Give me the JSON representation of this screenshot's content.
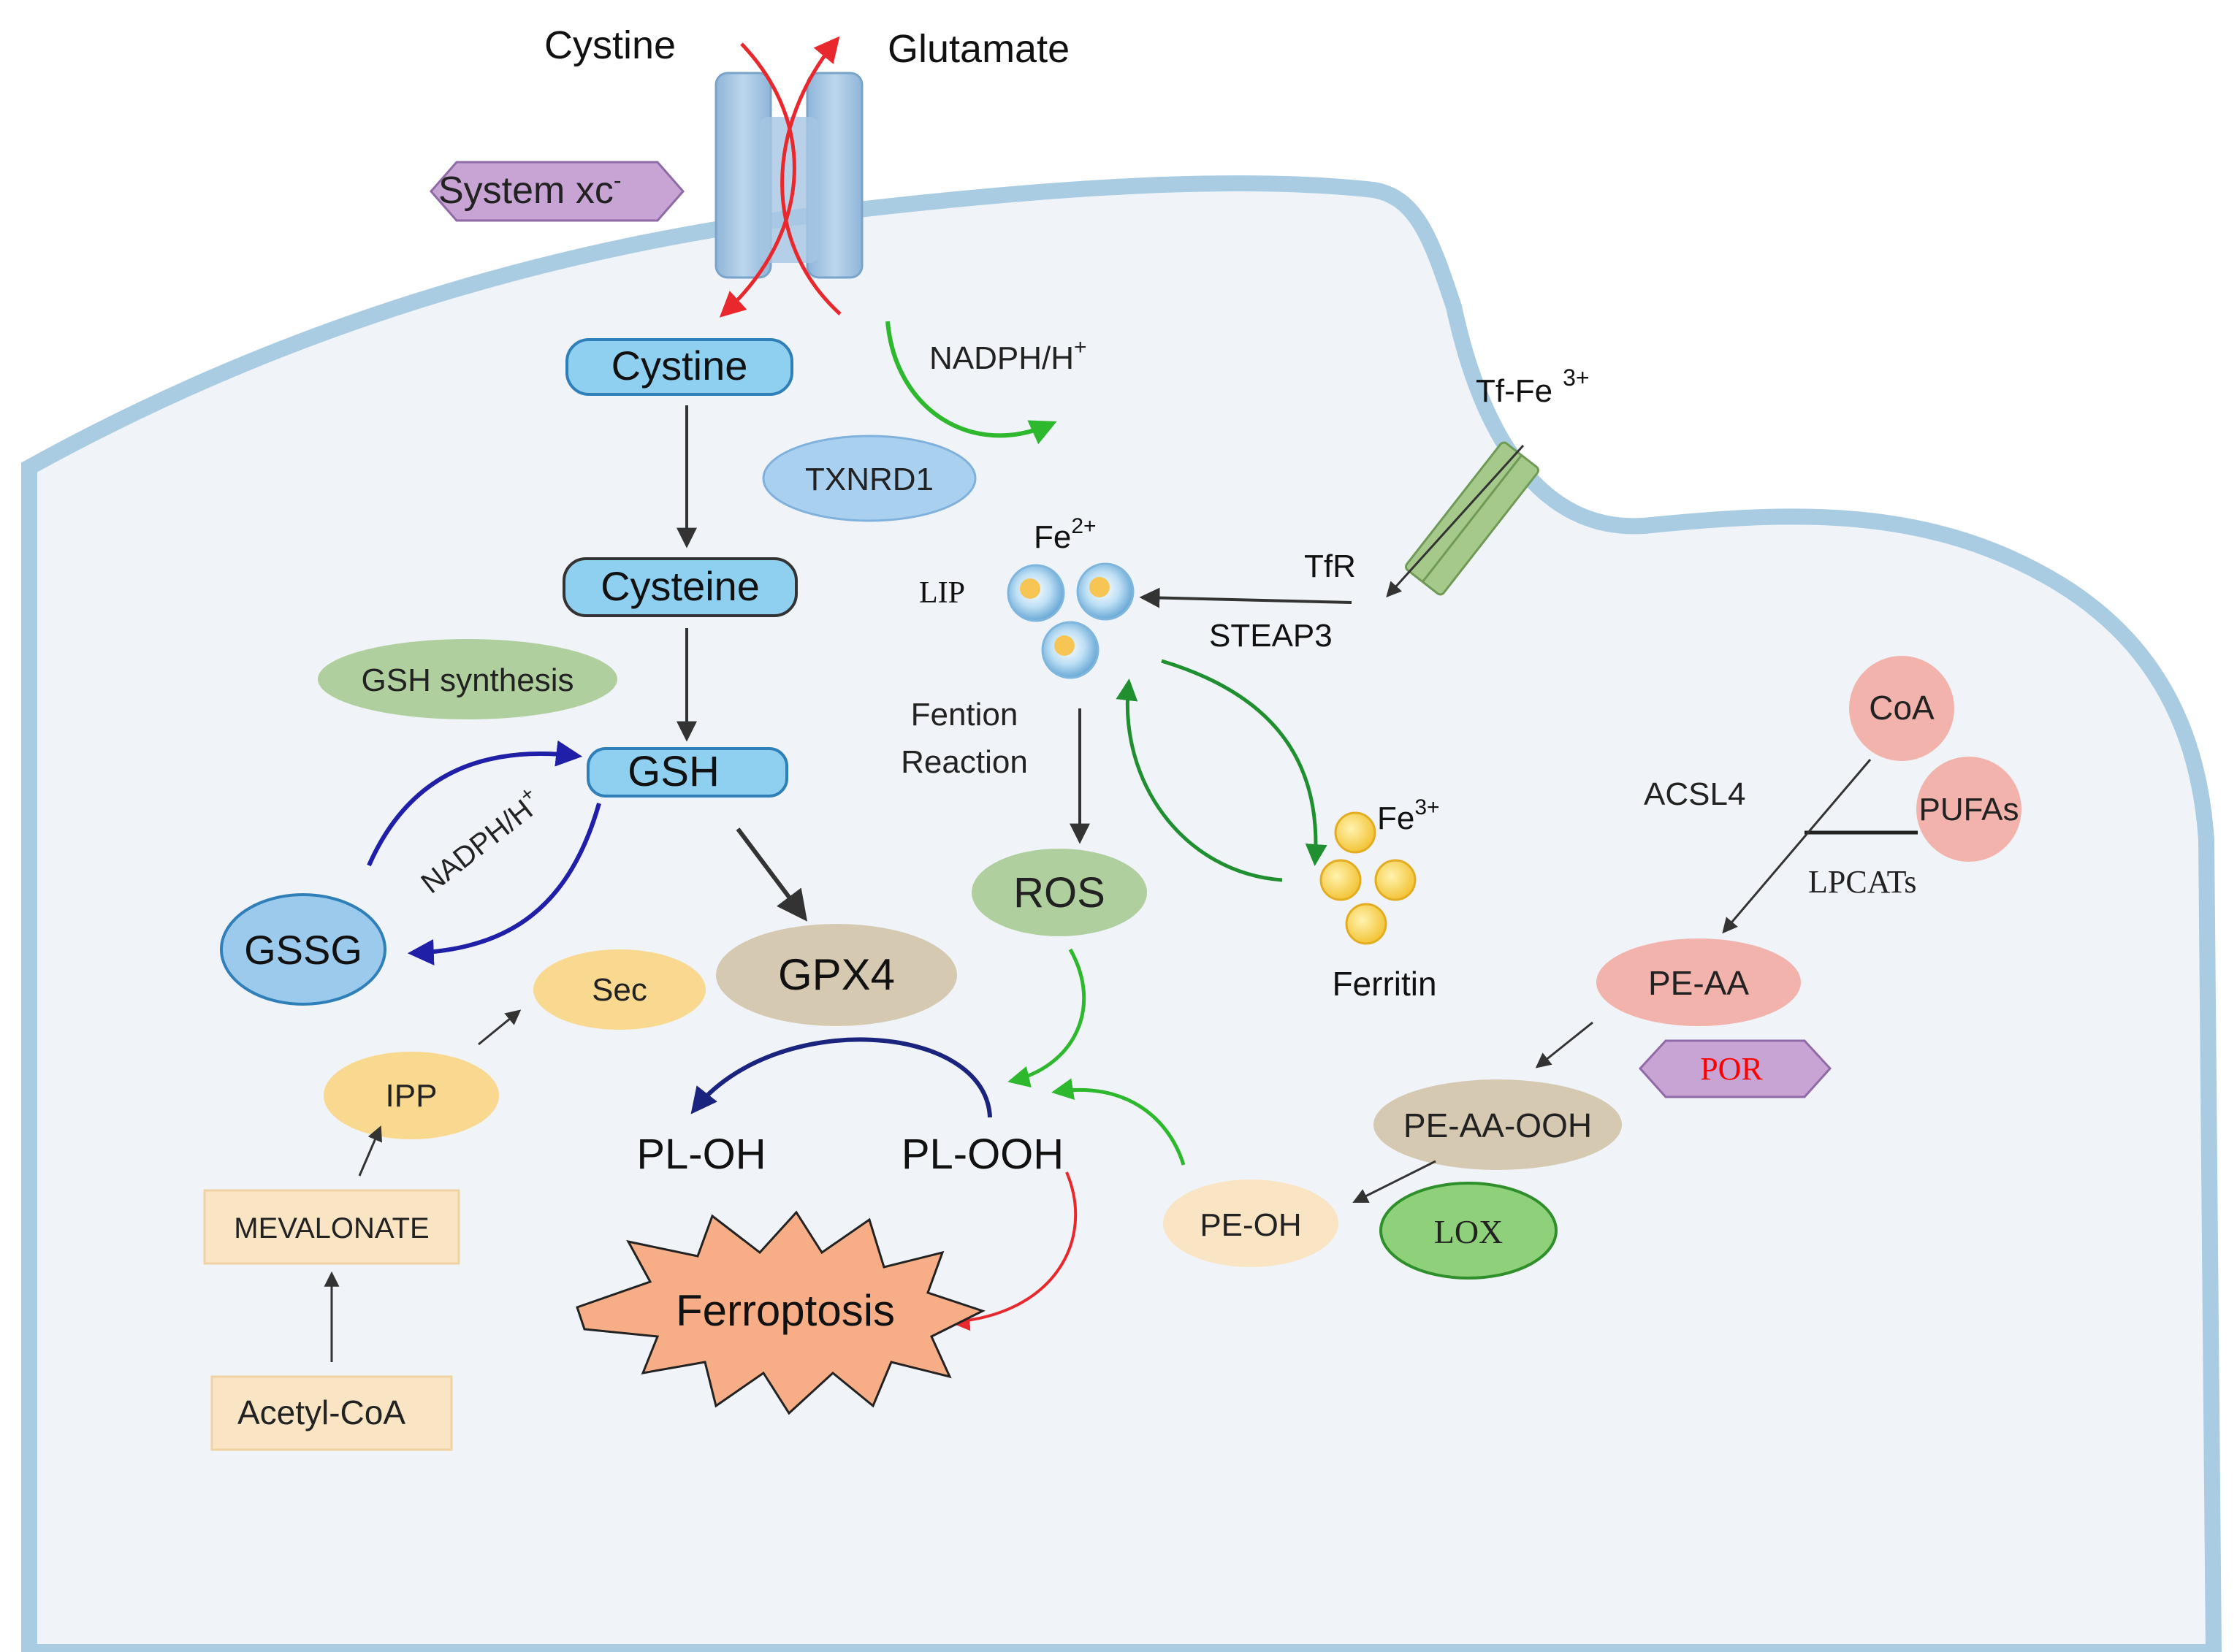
{
  "title": "",
  "transporter": {
    "outside_left": "Cystine",
    "outside_right": "Glutamate",
    "name_main": "System xc",
    "name_sup": "-"
  },
  "gsh_pathway": {
    "cystine": "Cystine",
    "cysteine": "Cysteine",
    "gsh_synthesis": "GSH synthesis",
    "gsh": "GSH",
    "gssg": "GSSG",
    "nadph_main": "NADPH/H",
    "nadph_sup": "+",
    "gpx4": "GPX4"
  },
  "txnrd": {
    "nadph_main": "NADPH/H",
    "nadph_sup": "+",
    "enzyme": "TXNRD1"
  },
  "mevalonate_pathway": {
    "sec": "Sec",
    "ipp": "IPP",
    "mevalonate": "MEVALONATE",
    "acetyl_coa": "Acetyl-CoA"
  },
  "iron": {
    "tf_main": "Tf-Fe",
    "tf_sup": "3+",
    "tfr": "TfR",
    "steap3": "STEAP3",
    "fe2_main": "Fe",
    "fe2_sup": "2+",
    "lip": "LIP",
    "fenton_line1": "Fention",
    "fenton_line2": "Reaction",
    "fe3_main": "Fe",
    "fe3_sup": "3+",
    "ferritin": "Ferritin",
    "ros": "ROS"
  },
  "lipid": {
    "pl_oh": "PL-OH",
    "pl_ooh": "PL-OOH",
    "ferroptosis": "Ferroptosis",
    "coa": "CoA",
    "pufas": "PUFAs",
    "acsl4": "ACSL4",
    "lpcats": "LPCATs",
    "pe_aa": "PE-AA",
    "por": "POR",
    "pe_aa_ooh": "PE-AA-OOH",
    "pe_oh": "PE-OH",
    "lox": "LOX"
  },
  "colors": {
    "membrane": "#a9cce3",
    "cytoplasm": "#f0f4f9",
    "blue_box": "#8fcff0",
    "green_ellipse": "#b0cf9f",
    "tan_ellipse": "#d5c9b2",
    "yellow_ellipse": "#f9d88f",
    "pink": "#f2b3ac",
    "purple": "#c7a4d4",
    "red_arrow": "#e8282c",
    "green_arrow": "#2db82d",
    "dark_green_arrow": "#1f8f2f",
    "blue_arrow": "#1f1fa8",
    "navy_arrow": "#1a237e"
  }
}
